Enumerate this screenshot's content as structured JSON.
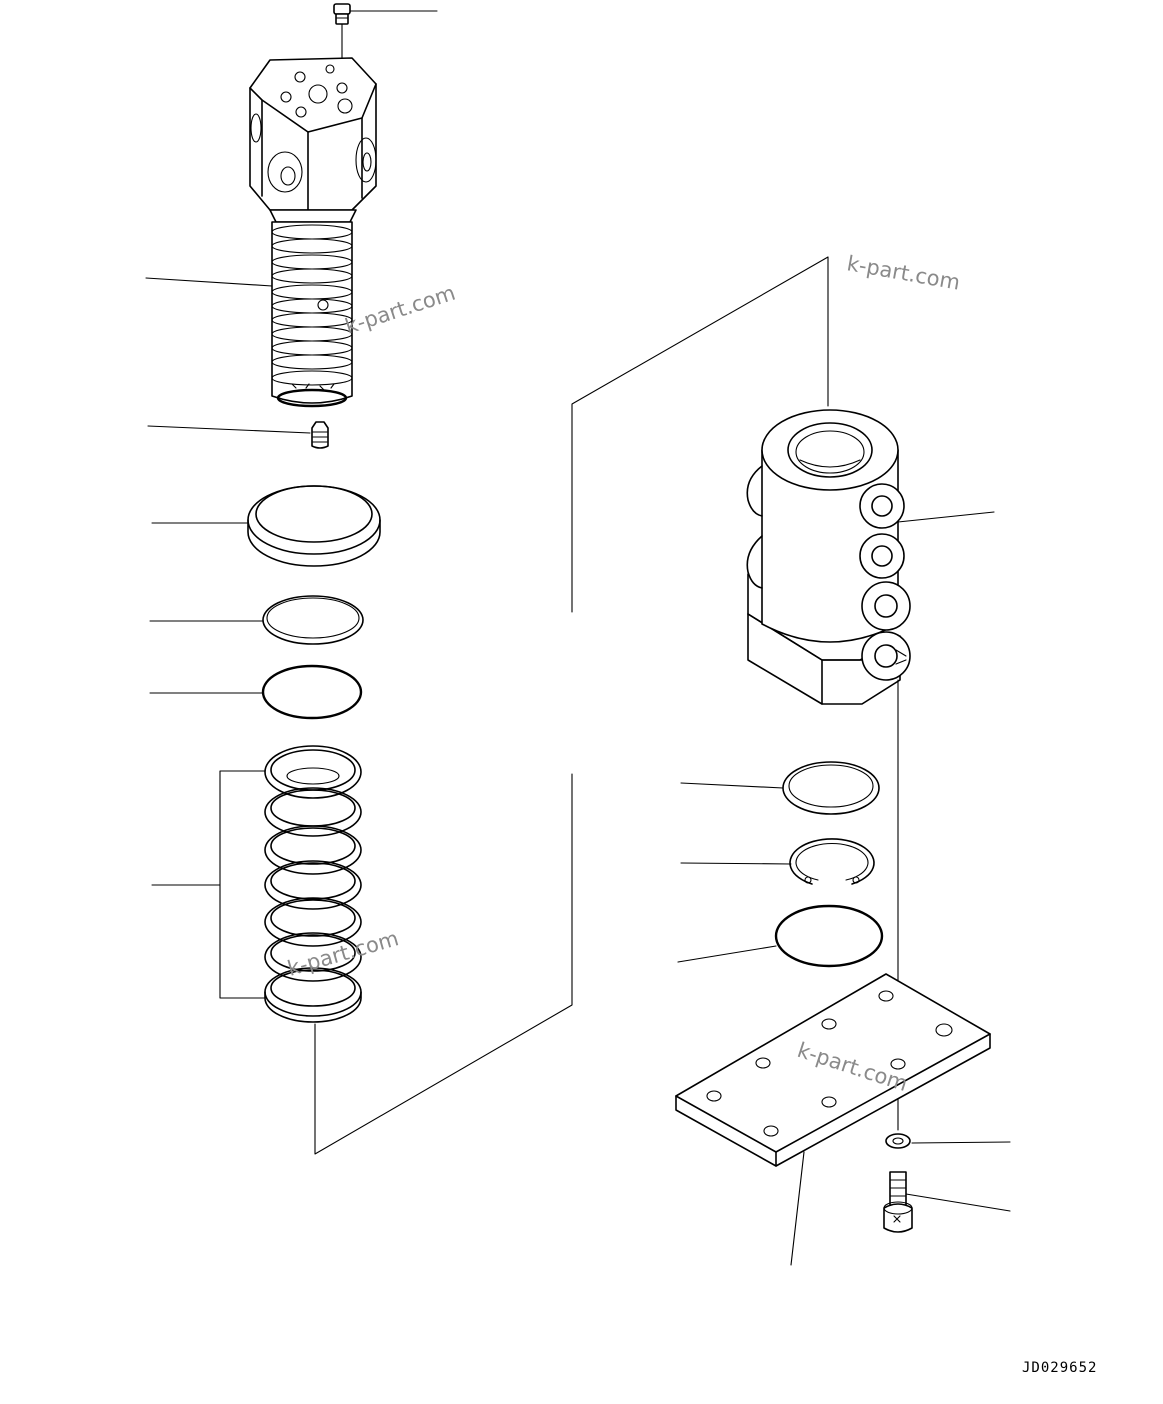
{
  "drawing_code": "JD029652",
  "watermarks": [
    "k-part.com",
    "k-part.com",
    "k-part.com",
    "k-part.com"
  ]
}
